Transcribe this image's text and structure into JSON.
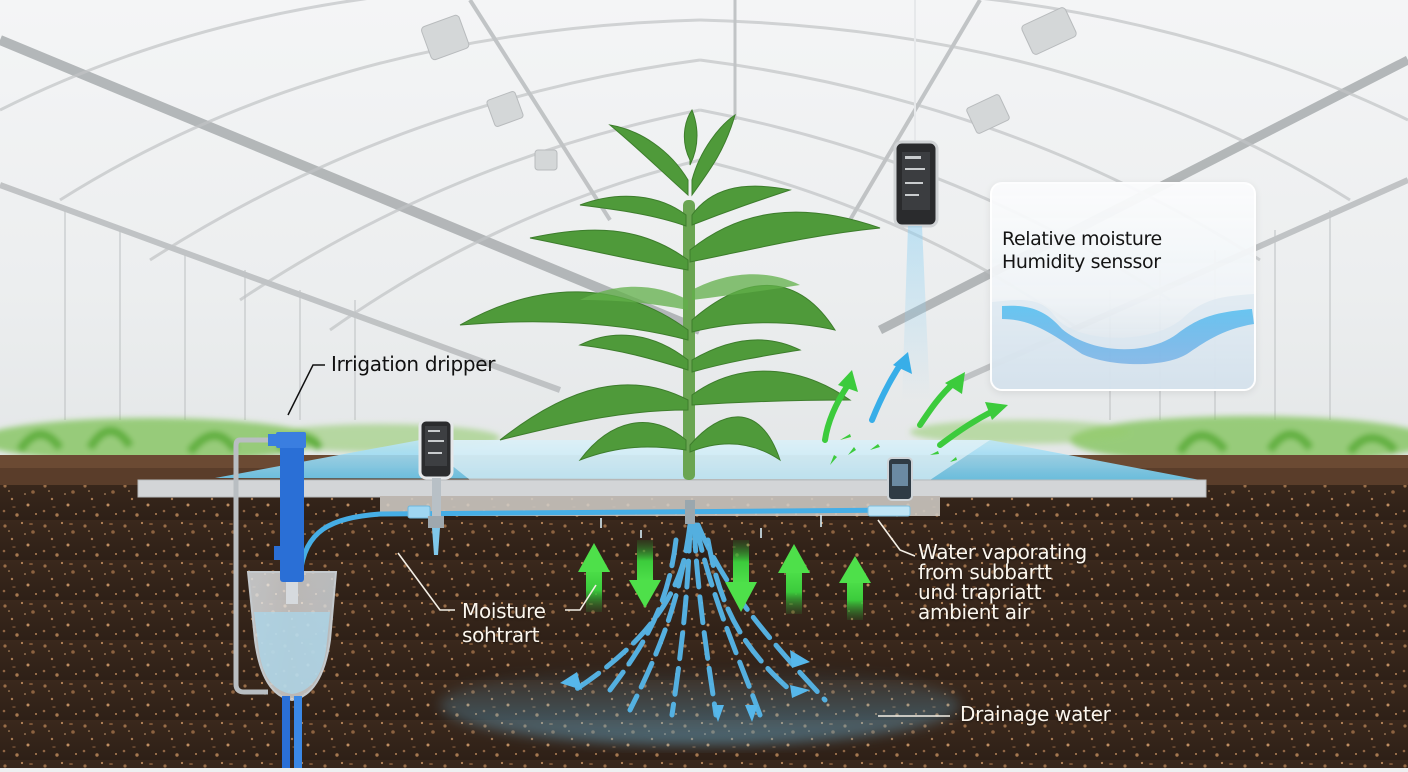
{
  "diagram": {
    "title": "Greenhouse irrigation and soil moisture cross-section",
    "labels": {
      "irrigation_dripper": "Irrigation dripper",
      "humidity_card_line1": "Relative moisture",
      "humidity_card_line2": "Humidity senssor",
      "water_vapor_line1": "Water vaporating",
      "water_vapor_line2": "from subbartt",
      "water_vapor_line3": "und trapriatt",
      "water_vapor_line4": "ambient air",
      "moisture_line1": "Moisture",
      "moisture_line2": "sohtrart",
      "drainage": "Drainage water"
    },
    "components": [
      {
        "id": "irrigation-dripper",
        "kind": "blue dripper column with reservoir cup"
      },
      {
        "id": "soil-moisture-sensor",
        "kind": "probe with display"
      },
      {
        "id": "hanging-humidity-sensor",
        "kind": "ceiling-mounted sensor with mist"
      },
      {
        "id": "surface-sensor",
        "kind": "small display unit at bed edge"
      },
      {
        "id": "central-plant",
        "kind": "leafy green plant"
      },
      {
        "id": "drip-line",
        "kind": "blue irrigation tube"
      }
    ],
    "flows": {
      "green_up_arrows_soil": 3,
      "green_down_arrows_soil": 2,
      "blue_infiltration_streams": "fan-shaped downward",
      "evaporation_arrows_air": 5
    },
    "colors": {
      "soil": "#3e2a1e",
      "soil_speck": "#a57850",
      "water_blue": "#4fb6ea",
      "arrow_green": "#3ccb3c",
      "dripper_blue": "#2a6fd6",
      "greenhouse_frame": "#b9bcbe",
      "slab": "#d3d5d7",
      "leaf_green": "#4f9a3a"
    }
  }
}
